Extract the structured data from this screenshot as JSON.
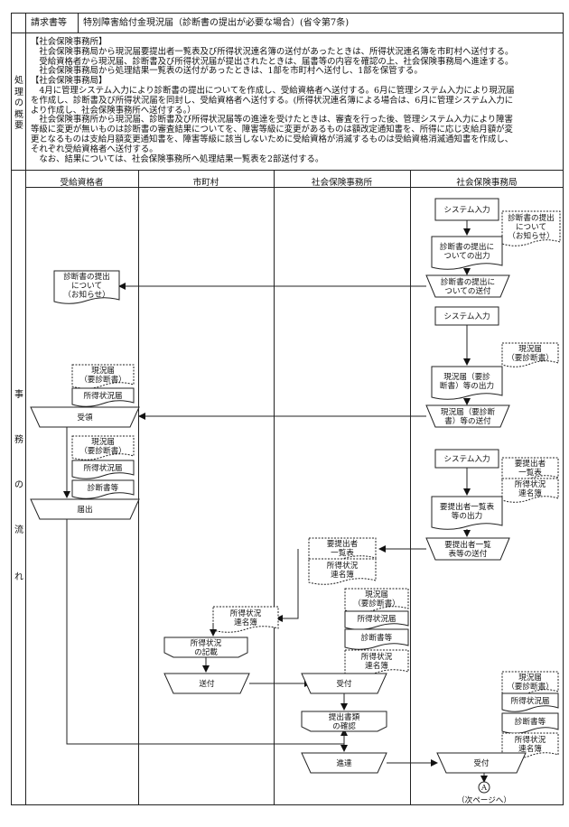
{
  "header": {
    "label": "請求書等",
    "title": "特別障害給付金現況届（診断書の提出が必要な場合）(省令第7条)"
  },
  "side": {
    "summary": "処理の概要",
    "flow": [
      "事",
      "務",
      "の",
      "流",
      "れ"
    ]
  },
  "summary_lines": [
    "【社会保険事務所】",
    "　社会保険事務局から現況届要提出者一覧表及び所得状況連名簿の送付があったときは、所得状況連名簿を市町村へ送付する。",
    "　受給資格者から現況届、診断書及び所得状況届が提出されたときは、届書等の内容を確認の上、社会保険事務局へ進達する。",
    "　社会保険事務局から処理結果一覧表の送付があったときは、1部を市町村へ送付し、1部を保管する。",
    "【社会保険事務局】",
    "　4月に管理システム入力により診断書の提出についてを作成し、受給資格者へ送付する。6月に管理システム入力により現況届",
    "を作成し、診断書及び所得状況届を同封し、受給資格者へ送付する。(所得状況連名簿による場合は、6月に管理システム入力に",
    "より作成し、社会保険事務所へ送付する。）",
    "　社会保険事務所から現況届、診断書及び所得状況届等の進達を受けたときは、審査を行った後、管理システム入力により障害",
    "等級に変更が無いものは診断書の審査結果についてを、障害等級に変更があるものは額改定通知書を、所得に応じ支給月額が変",
    "更となるものは支給月額変更通知書を、障害等級に該当しないために受給資格が消滅するものは受給資格消滅通知書を作成し、",
    "それぞれ受給資格者へ送付する。",
    "　なお、結果については、社会保険事務所へ処理結果一覧表を2部送付する。"
  ],
  "columns": [
    "受給資格者",
    "市町村",
    "社会保険事務所",
    "社会保険事務局"
  ],
  "flow": {
    "sys1": "システム入力",
    "doc_notice1": [
      "診断書の提出",
      "について",
      "（お知らせ）"
    ],
    "out_notice": [
      "診断書の提出に",
      "ついての出力"
    ],
    "send_notice": [
      "診断書の提出に",
      "ついての送付"
    ],
    "recv_notice": [
      "診断書の提出",
      "について",
      "（お知らせ）"
    ],
    "sys2": "システム入力",
    "doc_genkyo": [
      "現況届",
      "（要診断書）"
    ],
    "out_genkyo": [
      "現況届（要診",
      "断書）等の出力"
    ],
    "send_genkyo": [
      "現況届（要診断",
      "書）等の送付"
    ],
    "r_genkyo": [
      "現況届",
      "（要診断書）"
    ],
    "r_shotoku": "所得状況届",
    "recv": "受領",
    "s_genkyo": [
      "現況届",
      "（要診断書）"
    ],
    "s_shotoku": "所得状況届",
    "s_shindan": "診断書等",
    "submit": "届出",
    "sys3": "システム入力",
    "doc_list1": [
      "要提出者",
      "一覧表"
    ],
    "doc_meibo1": [
      "所得状況",
      "連名簿"
    ],
    "out_list": [
      "要提出者一覧表",
      "等の出力"
    ],
    "send_list": [
      "要提出者一覧",
      "表等の送付"
    ],
    "o_list": [
      "要提出者",
      "一覧表"
    ],
    "o_meibo": [
      "所得状況",
      "連名簿"
    ],
    "m_meibo": [
      "所得状況",
      "連名簿"
    ],
    "m_record": [
      "所得状況",
      "の記載"
    ],
    "m_send": "送付",
    "o_genkyo": [
      "現況届",
      "（要診断書）"
    ],
    "o_shotoku": "所得状況届",
    "o_shindan": "診断書等",
    "o_meibo2": [
      "所得状況",
      "連名簿"
    ],
    "o_recv": "受付",
    "o_check": [
      "提出書類",
      "の確認"
    ],
    "o_forward": "進達",
    "b_genkyo": [
      "現況届",
      "（要診断書）"
    ],
    "b_shotoku": "所得状況届",
    "b_shindan": "診断書等",
    "b_meibo": [
      "所得状況",
      "連名簿"
    ],
    "b_recv": "受付",
    "connector": "A",
    "next": "（次ページへ）"
  }
}
